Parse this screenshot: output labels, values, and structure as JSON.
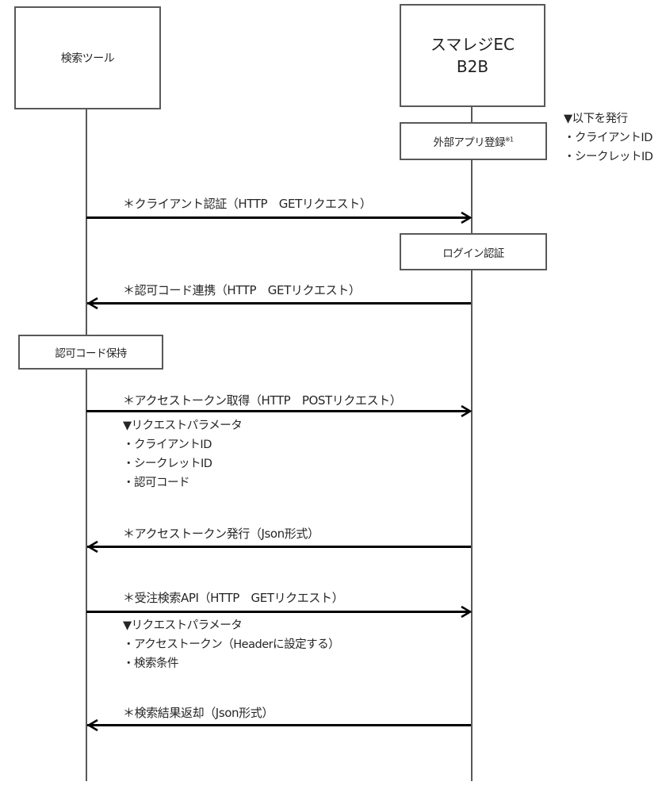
{
  "participants": {
    "search_tool": {
      "label": "検索ツール"
    },
    "smaregi": {
      "label": "スマレジEC\nB2B"
    }
  },
  "activities": {
    "app_registration": {
      "label": "外部アプリ登録",
      "footnote": "※1"
    },
    "login_auth": {
      "label": "ログイン認証"
    },
    "hold_auth_code": {
      "label": "認可コード保持"
    }
  },
  "issued_note": {
    "title": "▼以下を発行",
    "items": [
      "・クライアントID",
      "・シークレットID"
    ]
  },
  "messages": [
    {
      "label": "＊クライアント認証（HTTP　GETリクエスト）",
      "direction": "right"
    },
    {
      "label": "＊認可コード連携（HTTP　GETリクエスト）",
      "direction": "left"
    },
    {
      "label": "＊アクセストークン取得（HTTP　POSTリクエスト）",
      "direction": "right"
    },
    {
      "label": "＊アクセストークン発行（Json形式）",
      "direction": "left"
    },
    {
      "label": "＊受注検索API（HTTP　GETリクエスト）",
      "direction": "right"
    },
    {
      "label": "＊検索結果返却（Json形式）",
      "direction": "left"
    }
  ],
  "token_request_params": {
    "title": "▼リクエストパラメータ",
    "items": [
      "・クライアントID",
      "・シークレットID",
      "・認可コード"
    ]
  },
  "search_request_params": {
    "title": "▼リクエストパラメータ",
    "items": [
      "・アクセストークン（Headerに設定する）",
      "・検索条件"
    ]
  }
}
